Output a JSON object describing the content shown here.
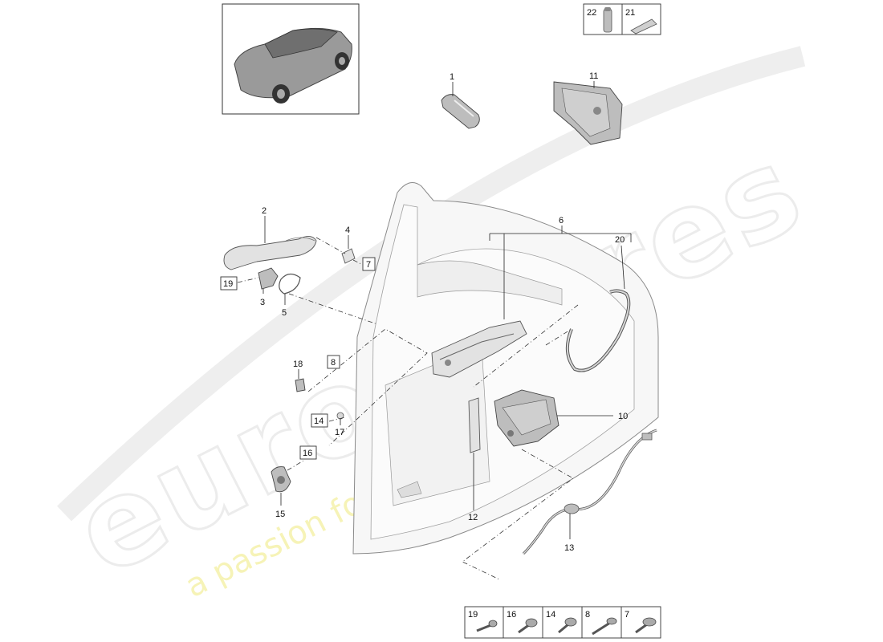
{
  "watermark": {
    "brand": "eurospares",
    "slogan": "a passion for parts since 1985"
  },
  "callouts": [
    {
      "id": "c1",
      "text": "1"
    },
    {
      "id": "c2",
      "text": "2"
    },
    {
      "id": "c3",
      "text": "3"
    },
    {
      "id": "c4",
      "text": "4"
    },
    {
      "id": "c5",
      "text": "5"
    },
    {
      "id": "c6",
      "text": "6"
    },
    {
      "id": "c10",
      "text": "10"
    },
    {
      "id": "c11",
      "text": "11"
    },
    {
      "id": "c12",
      "text": "12"
    },
    {
      "id": "c13",
      "text": "13"
    },
    {
      "id": "c15",
      "text": "15"
    },
    {
      "id": "c17",
      "text": "17"
    },
    {
      "id": "c18",
      "text": "18"
    },
    {
      "id": "c20",
      "text": "20"
    }
  ],
  "boxed_refs": [
    {
      "id": "b7",
      "text": "7"
    },
    {
      "id": "b8",
      "text": "8"
    },
    {
      "id": "b14",
      "text": "14"
    },
    {
      "id": "b16",
      "text": "16"
    },
    {
      "id": "b19",
      "text": "19"
    }
  ],
  "consumables": [
    {
      "text": "22",
      "icon": "tube-icon"
    },
    {
      "text": "21",
      "icon": "grease-pack-icon"
    }
  ],
  "fasteners": [
    {
      "text": "19",
      "icon": "bolt-icon"
    },
    {
      "text": "16",
      "icon": "screw-icon"
    },
    {
      "text": "14",
      "icon": "torx-screw-icon"
    },
    {
      "text": "8",
      "icon": "long-bolt-icon"
    },
    {
      "text": "7",
      "icon": "flange-screw-icon"
    }
  ]
}
